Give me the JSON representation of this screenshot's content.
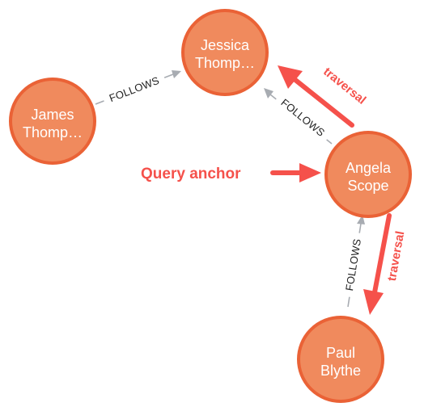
{
  "graph": {
    "nodes": [
      {
        "id": "jessica",
        "line1": "Jessica",
        "line2": "Thomp…"
      },
      {
        "id": "james",
        "line1": "James",
        "line2": "Thomp…"
      },
      {
        "id": "angela",
        "line1": "Angela",
        "line2": "Scope"
      },
      {
        "id": "paul",
        "line1": "Paul",
        "line2": "Blythe"
      }
    ],
    "edges": [
      {
        "from": "james",
        "to": "jessica",
        "label": "FOLLOWS"
      },
      {
        "from": "angela",
        "to": "jessica",
        "label": "FOLLOWS"
      },
      {
        "from": "paul",
        "to": "angela",
        "label": "FOLLOWS"
      }
    ]
  },
  "annotations": {
    "query_anchor": "Query anchor",
    "traversal_top": "traversal",
    "traversal_bottom": "traversal"
  },
  "colors": {
    "node_fill": "#f08a5d",
    "node_stroke": "#ea6236",
    "edge": "#a8acb2",
    "highlight": "#f5514b"
  }
}
